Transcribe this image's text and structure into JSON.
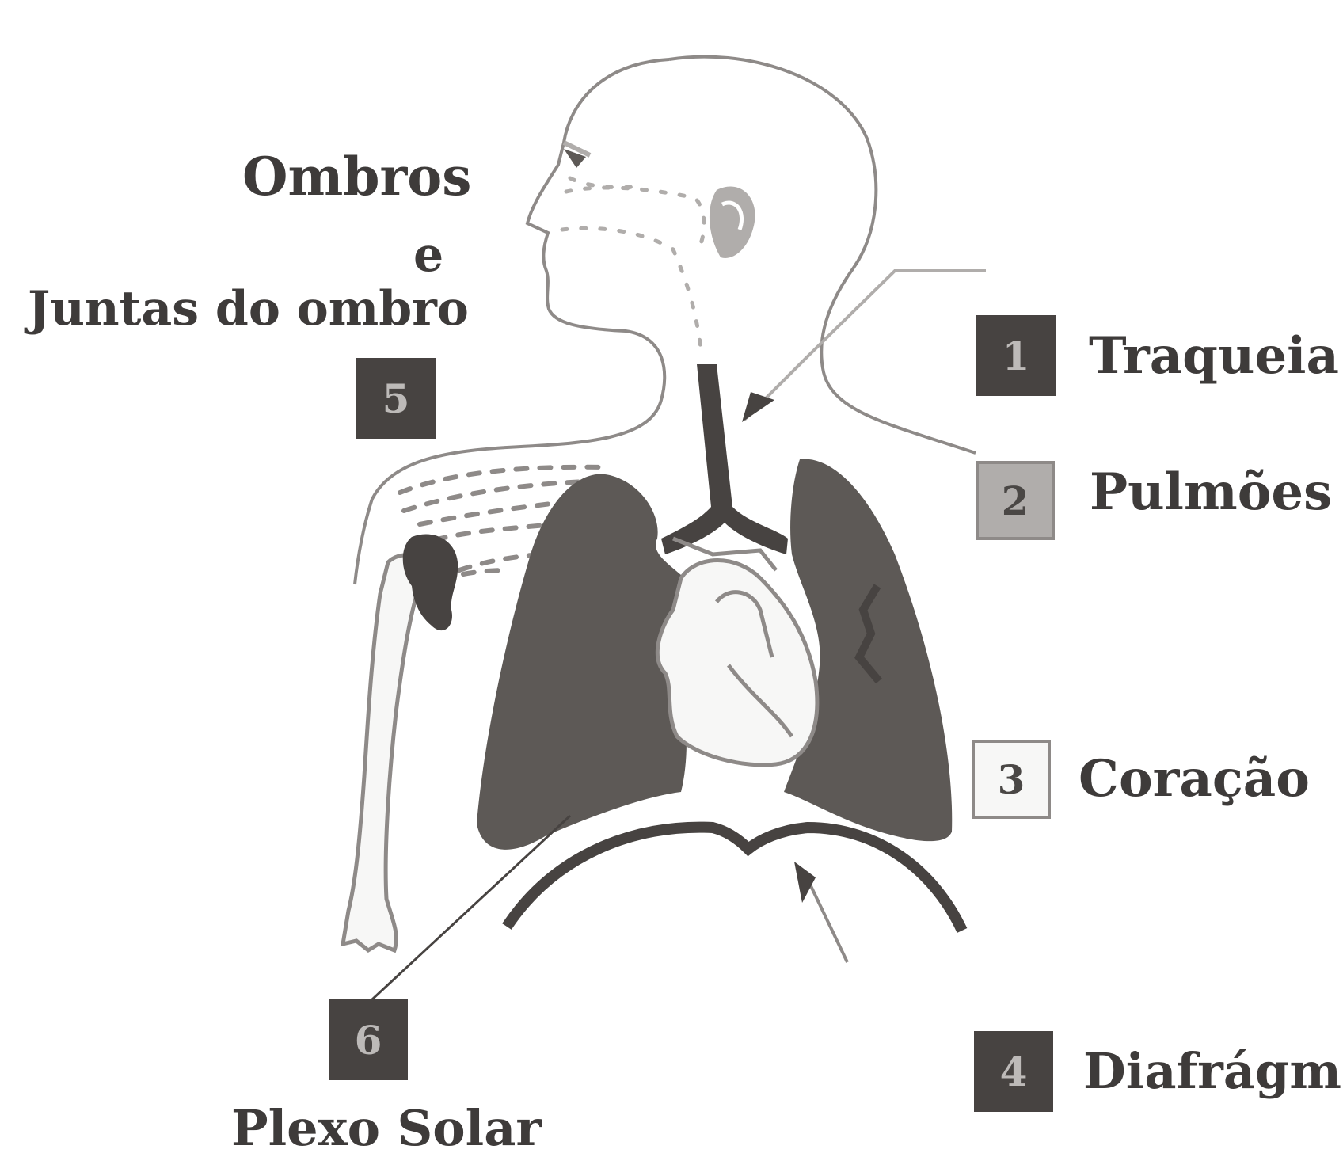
{
  "labels": {
    "shoulders_line1": "Ombros",
    "shoulders_line2": "e",
    "shoulders_line3": "Juntas do ombro",
    "trachea": "Traqueia",
    "lungs": "Pulmões",
    "heart": "Coração",
    "diaphragm": "Diafrágma",
    "solar_plexus": "Plexo Solar"
  },
  "badges": {
    "trachea": "1",
    "lungs": "2",
    "heart": "3",
    "diaphragm": "4",
    "shoulders": "5",
    "solar_plexus": "6"
  },
  "colors": {
    "dark": "#474341",
    "lung": "#5d5956",
    "mid": "#b0adab",
    "light": "#f7f7f6",
    "outline": "#8e8a88",
    "text": "#3e3b3a"
  }
}
